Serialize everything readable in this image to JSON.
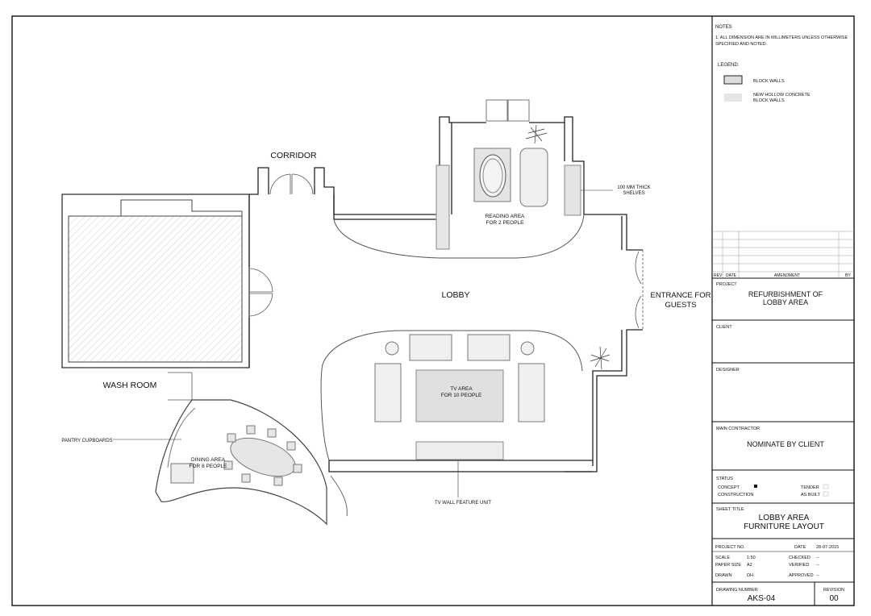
{
  "plan": {
    "labels": {
      "corridor": "CORRIDOR",
      "lobby": "LOBBY",
      "wash_room": "WASH ROOM",
      "entrance": "ENTRANCE FOR",
      "entrance2": "GUESTS",
      "reading": "READING AREA",
      "reading2": "FOR 2 PEOPLE",
      "shelves": "100 MM THICK",
      "shelves2": "SHELVES",
      "tv": "TV AREA",
      "tv2": "FOR 10 PEOPLE",
      "pantry": "PANTRY CUPBOARDS",
      "dining": "DINING AREA",
      "dining2": "FOR 8 PEOPLE",
      "tv_wall": "TV WALL FEATURE UNIT"
    }
  },
  "titleblock": {
    "notes_heading": "NOTES",
    "note1_line1": "1. ALL DIMENSION ARE IN MILLIMETERS UNLESS OTHERWISE",
    "note1_line2": "SPECIFIED AND NOTED.",
    "legend_heading": "LEGEND:",
    "legend_block": "BLOCK WALLS",
    "legend_hollow1": "NEW HOLLOW CONCRETE",
    "legend_hollow2": "BLOCK WALLS",
    "rev": "REV",
    "date_col": "DATE",
    "amendment": "AMENDMENT",
    "by": "BY",
    "project_label": "PROJECT",
    "project1": "REFURBISHMENT OF",
    "project2": "LOBBY AREA",
    "client_label": "CLIENT",
    "designer_label": "DESIGNER",
    "contractor_label": "MAIN CONTRACTOR",
    "contractor": "NOMINATE BY CLIENT",
    "status_label": "STATUS",
    "concept": "CONCEPT",
    "construction": "CONSTRUCTION",
    "tender": "TENDER",
    "as_built": "AS BUILT",
    "sheet_title_label": "SHEET TITLE",
    "sheet_title1": "LOBBY AREA",
    "sheet_title2": "FURNITURE LAYOUT",
    "project_no_label": "PROJECT NO.",
    "date_label": "DATE",
    "date": "28-07-2015",
    "scale_label": "SCALE",
    "scale": "1:50",
    "paper_label": "PAPER SIZE",
    "paper": "A2",
    "drawn_label": "DRAWN",
    "drawn": "DH",
    "checked_label": "CHECKED",
    "checked": "--",
    "verified_label": "VERIFIED",
    "verified": "--",
    "approved_label": "APPROVED",
    "approved": "--",
    "drawing_number_label": "DRAWING NUMBER",
    "drawing_number": "AKS-04",
    "revision_label": "REVISION",
    "revision": "00"
  }
}
